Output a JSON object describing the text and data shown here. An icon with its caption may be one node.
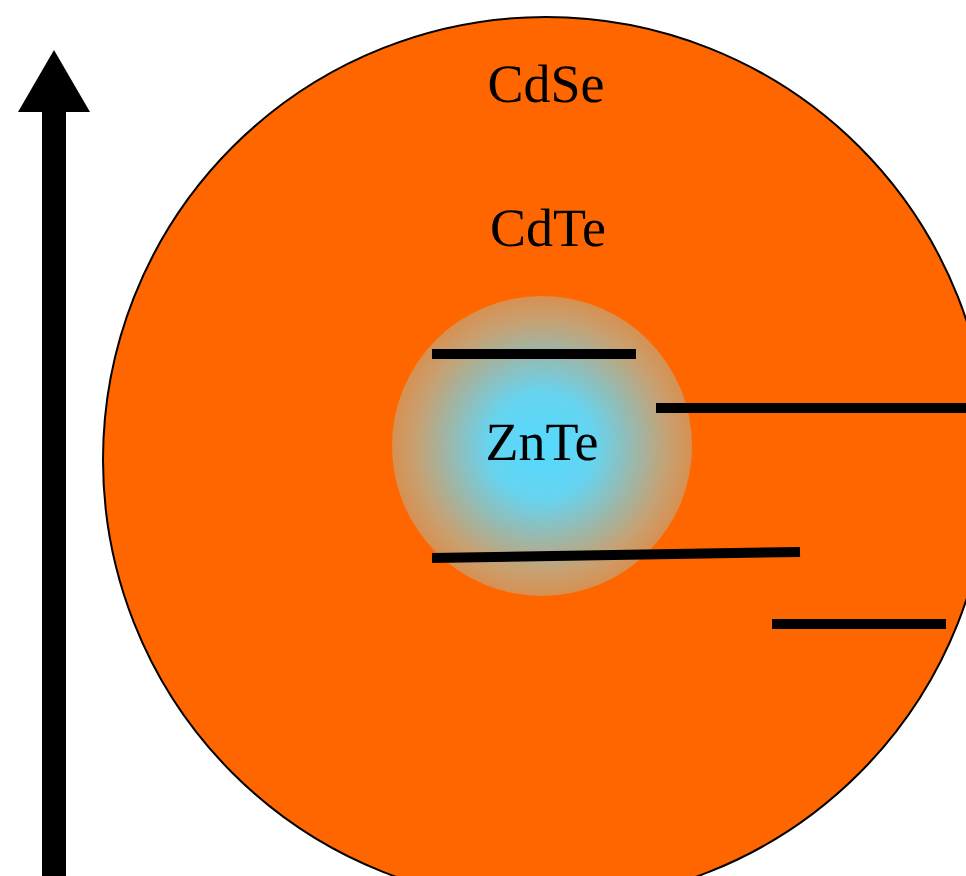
{
  "diagram": {
    "nodes": [
      {
        "text": [
          "CdSe"
        ]
      },
      {
        "text": [
          "CdTe"
        ],
        "in": 0
      },
      {
        "text": [
          "ZnTe"
        ],
        "in": 1
      }
    ]
  }
}
